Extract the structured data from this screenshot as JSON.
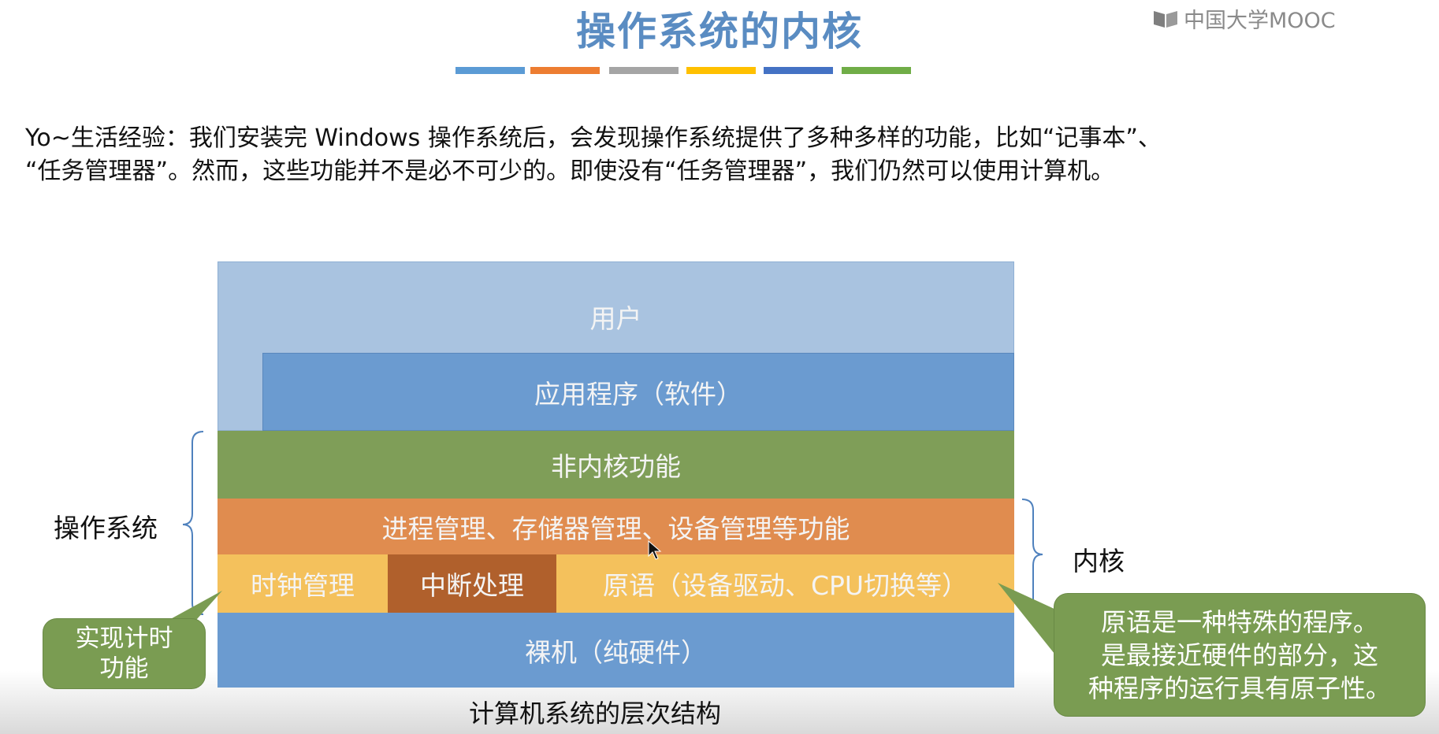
{
  "slide": {
    "title": "操作系统的内核",
    "title_color": "#5a8cc2",
    "color_bars": [
      "#5b9bd5",
      "#ed7d31",
      "#a5a5a5",
      "#ffc000",
      "#4472c4",
      "#70ad47"
    ]
  },
  "logo": {
    "text": "中国大学MOOC",
    "icon": "book-logo-icon"
  },
  "intro": {
    "line1": "Yo~生活经验：我们安装完 Windows 操作系统后，会发现操作系统提供了多种多样的功能，比如“记事本”、",
    "line2": "“任务管理器”。然而，这些功能并不是必不可少的。即使没有“任务管理器”，我们仍然可以使用计算机。"
  },
  "diagram": {
    "caption": "计算机系统的层次结构",
    "layers": {
      "user": "用户",
      "apps": "应用程序（软件）",
      "non_kernel": "非内核功能",
      "management": "进程管理、存储器管理、设备管理等功能",
      "clock": "时钟管理",
      "interrupt": "中断处理",
      "primitives": "原语（设备驱动、CPU切换等）",
      "hardware": "裸机（纯硬件）"
    },
    "labels": {
      "os": "操作系统",
      "kernel": "内核"
    },
    "colors": {
      "user": "#a9c3e0",
      "apps": "#6b9bd0",
      "non_kernel": "#7f9e58",
      "management": "#e08c4f",
      "clock": "#f4c15c",
      "interrupt": "#b0602c",
      "hardware": "#6b9bd0"
    }
  },
  "callouts": {
    "timer": {
      "line1": "实现计时",
      "line2": "功能"
    },
    "primitive": {
      "line1": "原语是一种特殊的程序。",
      "line2": "是最接近硬件的部分，这",
      "line3": "种程序的运行具有原子性。"
    }
  }
}
